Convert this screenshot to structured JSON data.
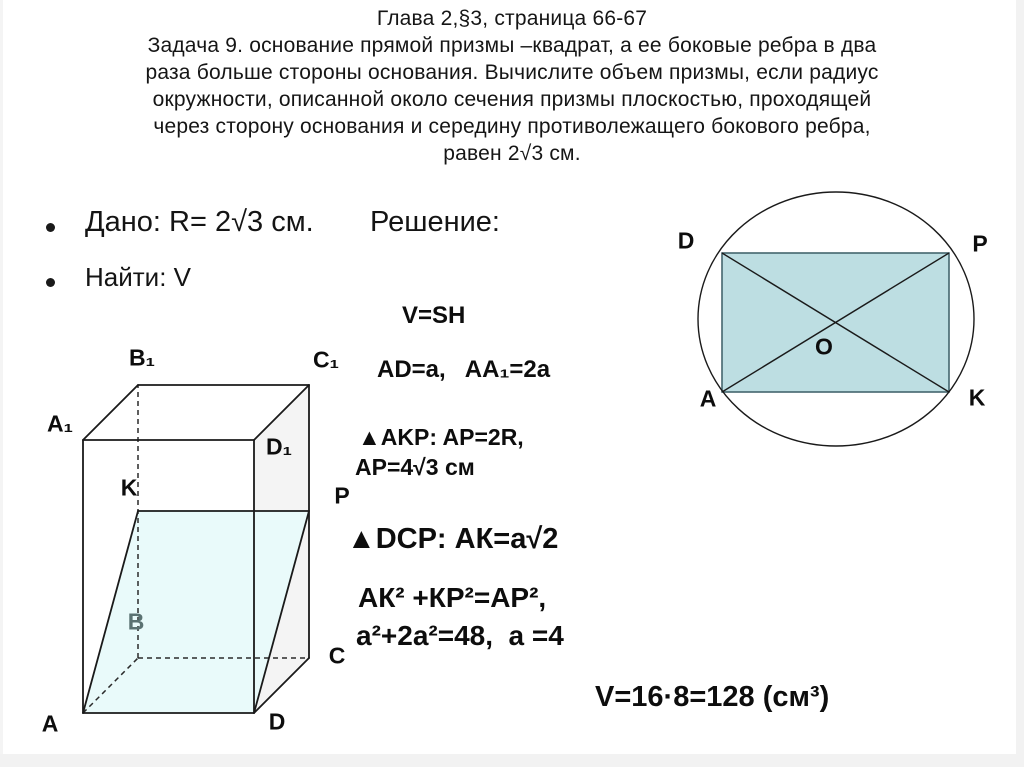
{
  "title": {
    "lines": [
      "Глава 2,§3, страница 66-67",
      "Задача 9. основание прямой призмы –квадрат, а ее боковые ребра в два",
      "раза больше стороны основания. Вычислите объем призмы, если радиус",
      "окружности, описанной около сечения призмы плоскостью, проходящей",
      "через сторону основания и середину противолежащего бокового ребра,",
      "равен 2√3 см."
    ]
  },
  "bullets": {
    "dot": "•",
    "given": "Дано: R= 2√3 см.",
    "solution": "Решение:",
    "find": "Найти: V"
  },
  "formulas": {
    "vsh": "V=SH",
    "dims": "AD=a,   AA₁=2a",
    "akp_1": "▲AKP: AP=2R,",
    "akp_2": "AP=4√3 см",
    "dcp": "▲DCP: АК=а√2",
    "pyth": "АК² +КР²=АР²,",
    "solve": "а²+2а²=48,  а =4",
    "result": "V=16·8=128 (см³)"
  },
  "prism": {
    "labels": {
      "a1": "A₁",
      "b1": "B₁",
      "c1": "C₁",
      "d1": "D₁",
      "k": "K",
      "p": "P",
      "b": "B",
      "c": "C",
      "a": "A",
      "d": "D"
    }
  },
  "circle": {
    "labels": {
      "d": "D",
      "p": "P",
      "a": "A",
      "k": "K",
      "o": "O"
    }
  },
  "colors": {
    "section_fill": "#e9fafa",
    "side_fill": "#f4f4f4",
    "rect_fill": "#bddee2",
    "rect_stroke": "#44666e",
    "line": "#1a1a1a",
    "b_label": "#5b7272"
  }
}
